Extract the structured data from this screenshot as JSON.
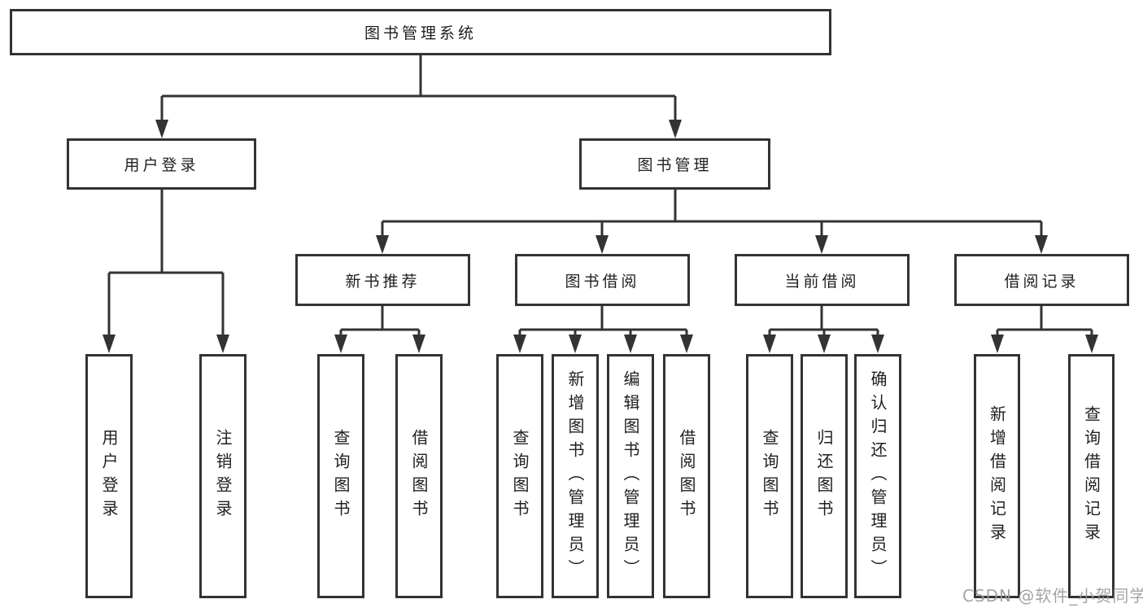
{
  "nodes": {
    "root": "图书管理系统",
    "l2": [
      "用户登录",
      "图书管理"
    ],
    "l3": [
      "新书推荐",
      "图书借阅",
      "当前借阅",
      "借阅记录"
    ],
    "leaves_login": [
      "用户登录",
      "注销登录"
    ],
    "leaves_newbook": [
      "查询图书",
      "借阅图书"
    ],
    "leaves_borrow": [
      "查询图书",
      "新增图书（管理员）",
      "编辑图书（管理员）",
      "借阅图书"
    ],
    "leaves_current": [
      "查询图书",
      "归还图书",
      "确认归还（管理员）"
    ],
    "leaves_records": [
      "新增借阅记录",
      "查询借阅记录"
    ]
  },
  "edges": [
    {
      "from": "图书管理系统",
      "to": [
        "用户登录",
        "图书管理"
      ]
    },
    {
      "from": "用户登录",
      "to": [
        "用户登录",
        "注销登录"
      ]
    },
    {
      "from": "图书管理",
      "to": [
        "新书推荐",
        "图书借阅",
        "当前借阅",
        "借阅记录"
      ]
    },
    {
      "from": "新书推荐",
      "to": [
        "查询图书",
        "借阅图书"
      ]
    },
    {
      "from": "图书借阅",
      "to": [
        "查询图书",
        "新增图书（管理员）",
        "编辑图书（管理员）",
        "借阅图书"
      ]
    },
    {
      "from": "当前借阅",
      "to": [
        "查询图书",
        "归还图书",
        "确认归还（管理员）"
      ]
    },
    {
      "from": "借阅记录",
      "to": [
        "新增借阅记录",
        "查询借阅记录"
      ]
    }
  ],
  "watermark": "CSDN @软件_小贺同学",
  "colors": {
    "line": "#333333",
    "box_border": "#333333",
    "text": "#1f1f1f",
    "watermark": "#9b9b9b",
    "background": "#ffffff"
  }
}
